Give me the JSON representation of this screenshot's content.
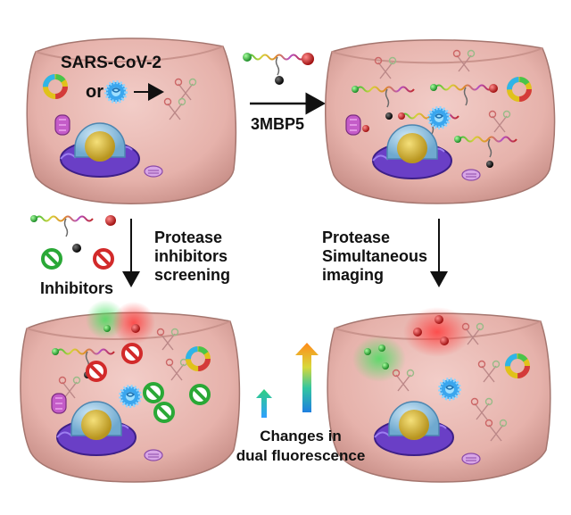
{
  "labels": {
    "sars": "SARS-CoV-2",
    "or": "or",
    "probe_name": "3MBP5",
    "screening_line1": "Protease",
    "screening_line2": "inhibitors",
    "screening_line3": "screening",
    "inhibitors": "Inhibitors",
    "imaging_line1": "Protease",
    "imaging_line2": "Simultaneous",
    "imaging_line3": "imaging",
    "changes_line1": "Changes in",
    "changes_line2": "dual fluorescence"
  },
  "colors": {
    "cell": "#e9b8b2",
    "cell_edge": "#9a6f6a",
    "nucleus": "#d9b948",
    "er": "#6a3fc6",
    "green_dye": "#2fbf3f",
    "red_dye": "#cc2222",
    "virus": "#2a8fe0"
  }
}
